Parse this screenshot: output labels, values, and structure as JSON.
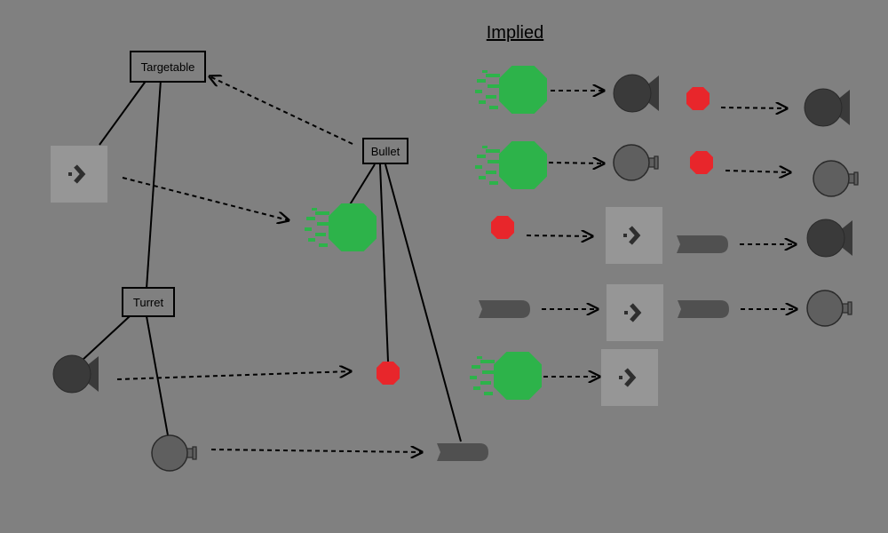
{
  "heading": "Implied",
  "labels": {
    "targetable": "Targetable",
    "bullet": "Bullet",
    "turret": "Turret"
  },
  "sprites": {
    "player": "player-ship-icon",
    "asteroid": "green-asteroid-icon",
    "fixed_turret": "fixed-turret-icon",
    "rotating_turret": "rotating-turret-icon",
    "orb_bullet": "red-orb-bullet-icon",
    "shell_bullet": "shell-bullet-icon"
  },
  "colors": {
    "background": "#808080",
    "asteroid": "#2db34a",
    "orb": "#e8262b",
    "turret": "#3a3a3a",
    "turret_light": "#5f5f5f",
    "tile": "#969696",
    "shell": "#505050"
  },
  "implied_rows": [
    [
      "asteroid",
      "fixed_turret",
      "orb_bullet",
      "fixed_turret"
    ],
    [
      "asteroid",
      "rotating_turret",
      "orb_bullet",
      "rotating_turret"
    ],
    [
      "orb_bullet",
      "player",
      "shell_bullet",
      "fixed_turret"
    ],
    [
      "shell_bullet",
      "player",
      "shell_bullet",
      "rotating_turret"
    ],
    [
      "asteroid",
      "player"
    ]
  ]
}
